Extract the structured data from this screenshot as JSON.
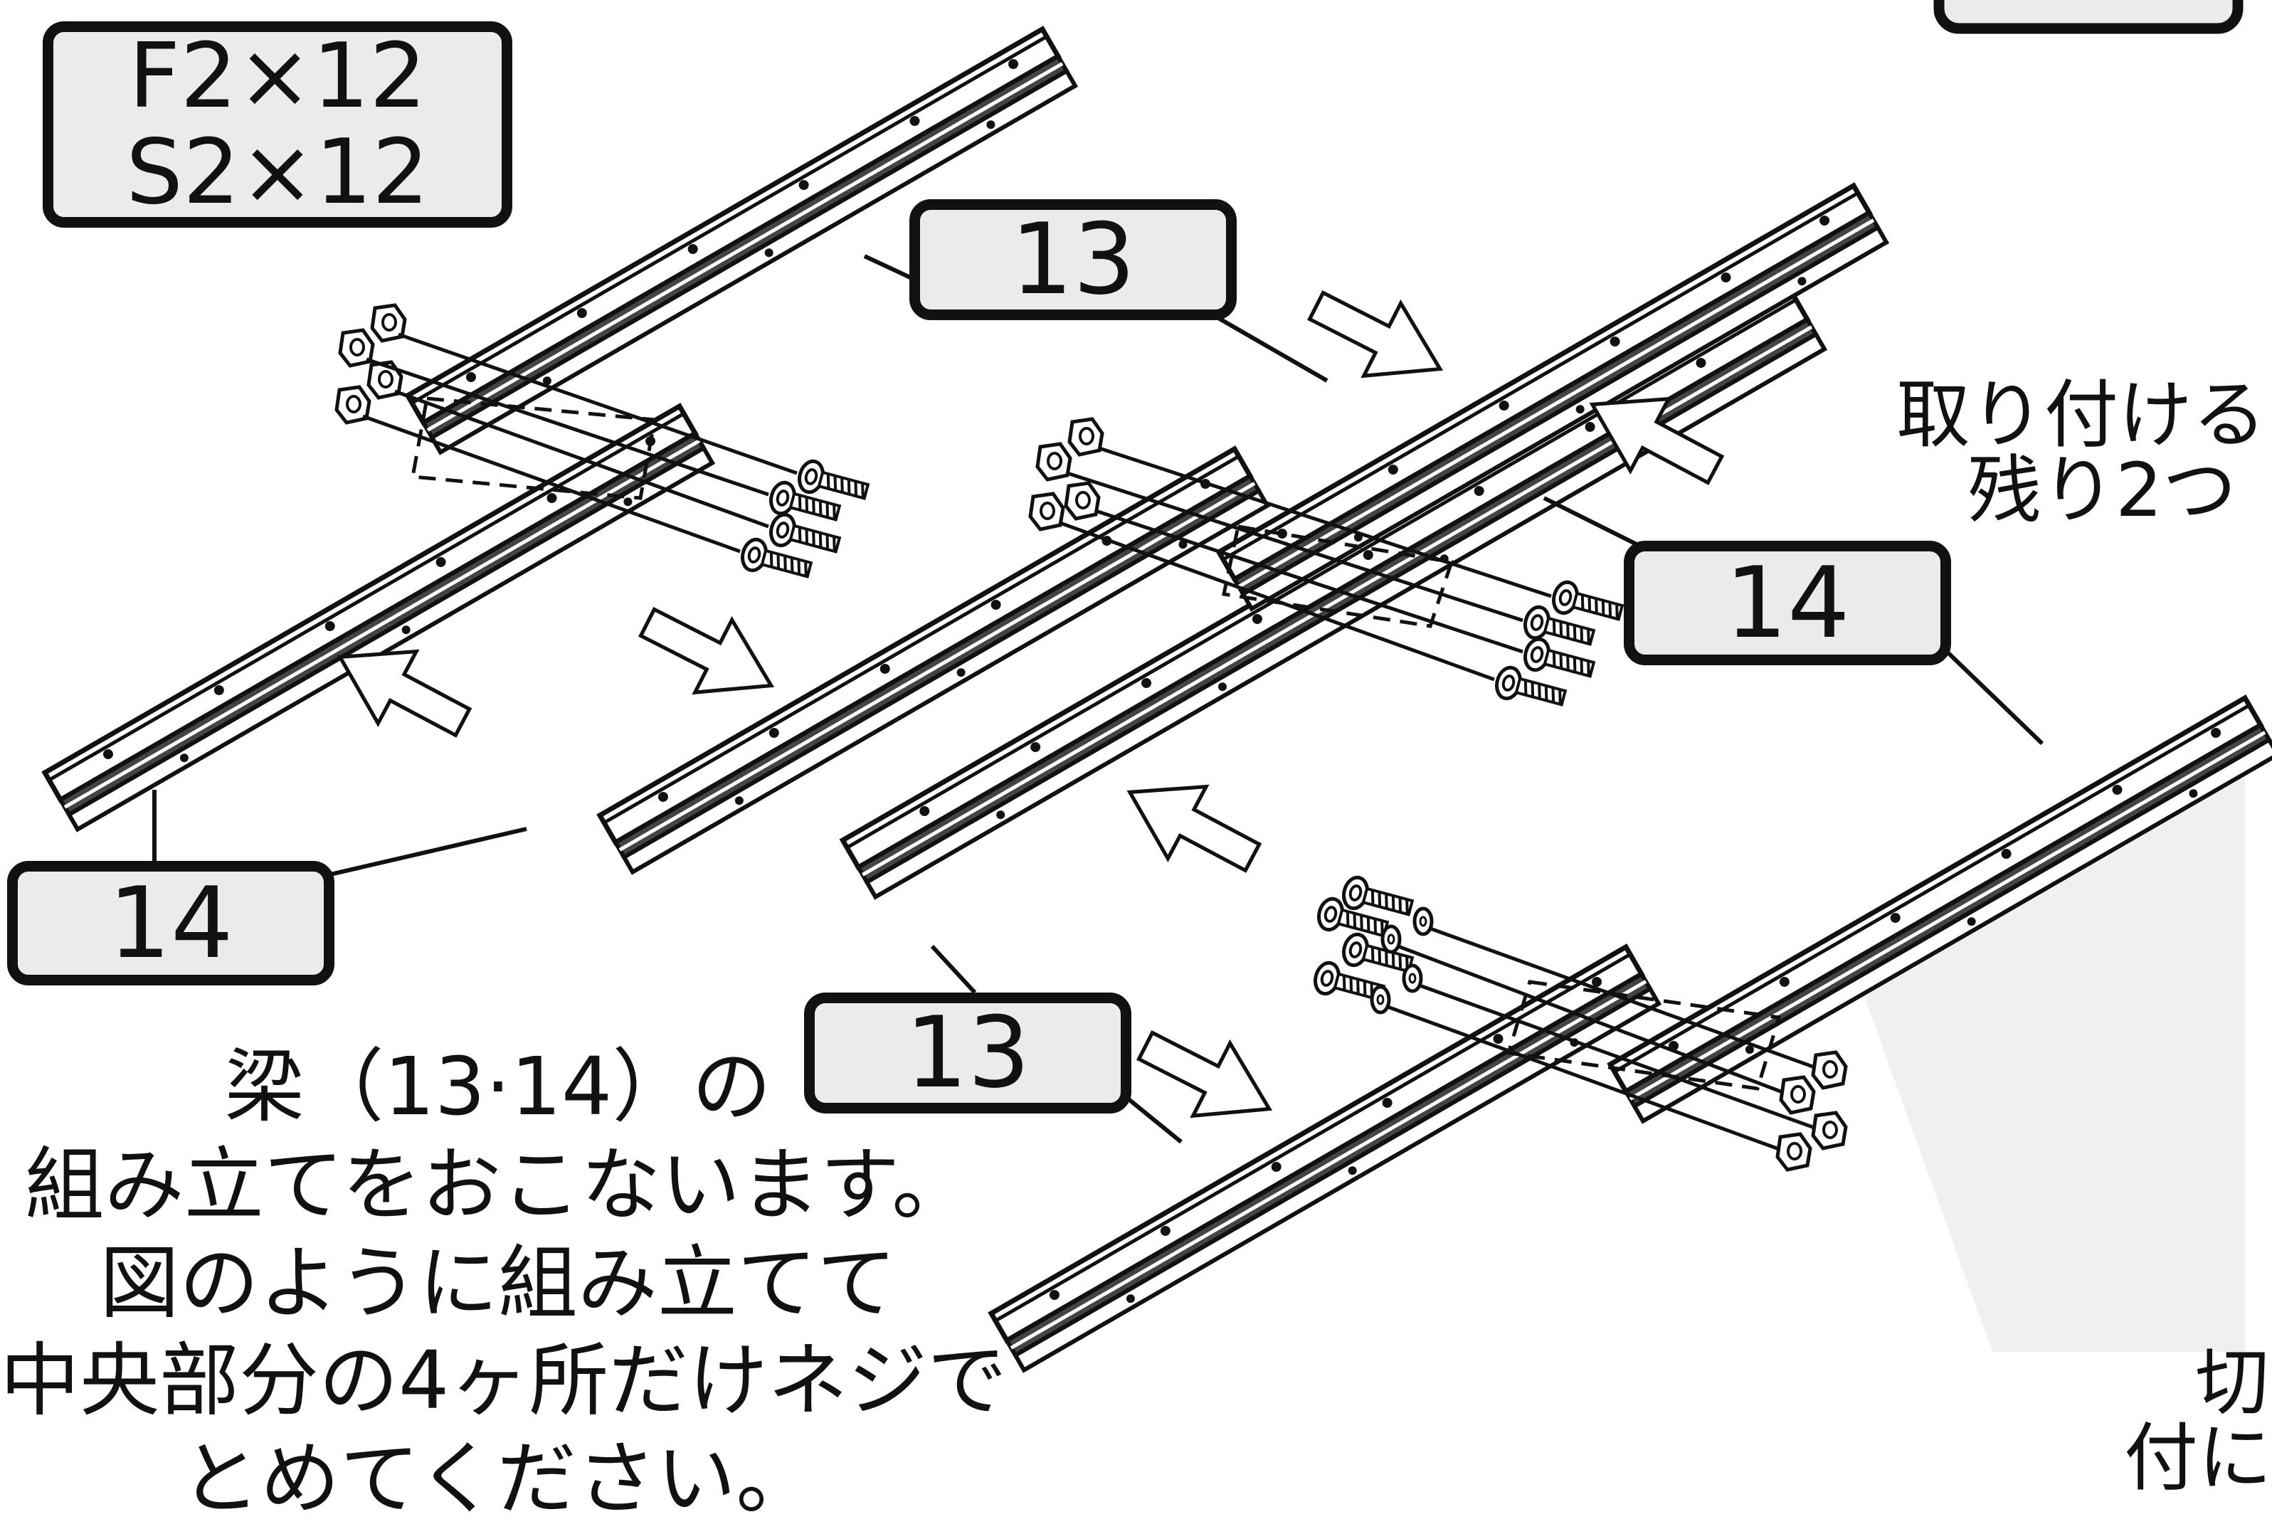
{
  "hardware_label": {
    "lines": [
      "F2×12",
      "S2×12"
    ]
  },
  "part_labels": [
    {
      "id": "13-top",
      "text": "13"
    },
    {
      "id": "14-right",
      "text": "14"
    },
    {
      "id": "14-left",
      "text": "14"
    },
    {
      "id": "13-bottom",
      "text": "13"
    }
  ],
  "instruction": {
    "lines": [
      "梁（13·14）の",
      "組み立てをおこないます。",
      "図のように組み立てて",
      "中央部分の4ヶ所だけネジで",
      "とめてください。"
    ]
  },
  "cut_off_text": {
    "top_right_lines": [
      "取り付ける",
      "残り2つ"
    ],
    "bottom_right_lines": [
      "切",
      "付に"
    ]
  },
  "colors": {
    "line": "#111111",
    "box_fill": "#ebebeb",
    "arrow_fill": "#ffffff",
    "shadow": "#e6e6e6"
  },
  "icons": [
    "c-channel-beam",
    "bolt-icon",
    "hex-nut-icon",
    "washer-icon",
    "direction-arrow-icon",
    "leader-line"
  ]
}
